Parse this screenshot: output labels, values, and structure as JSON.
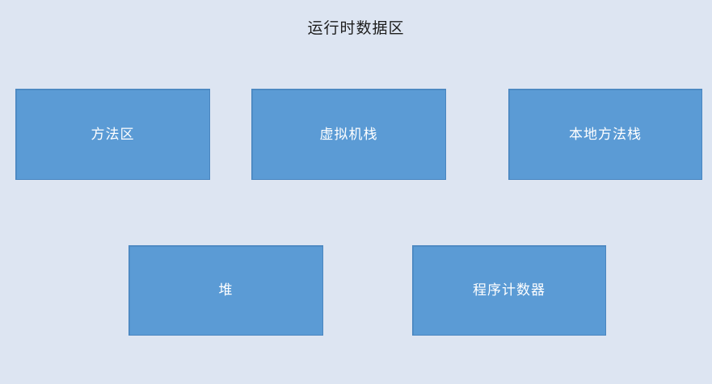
{
  "diagram": {
    "title": "运行时数据区",
    "background_color": "#dde5f2",
    "node_fill_color": "#5b9bd5",
    "node_border_color": "#4a86c0",
    "node_text_color": "#ffffff",
    "title_text_color": "#1d1d1d",
    "nodes": [
      {
        "id": "method-area",
        "label": "方法区",
        "row": "top",
        "column": 1
      },
      {
        "id": "vm-stack",
        "label": "虚拟机栈",
        "row": "top",
        "column": 2
      },
      {
        "id": "native-stack",
        "label": "本地方法栈",
        "row": "top",
        "column": 3
      },
      {
        "id": "heap",
        "label": "堆",
        "row": "bottom",
        "column": 1
      },
      {
        "id": "pc-register",
        "label": "程序计数器",
        "row": "bottom",
        "column": 2
      }
    ]
  }
}
